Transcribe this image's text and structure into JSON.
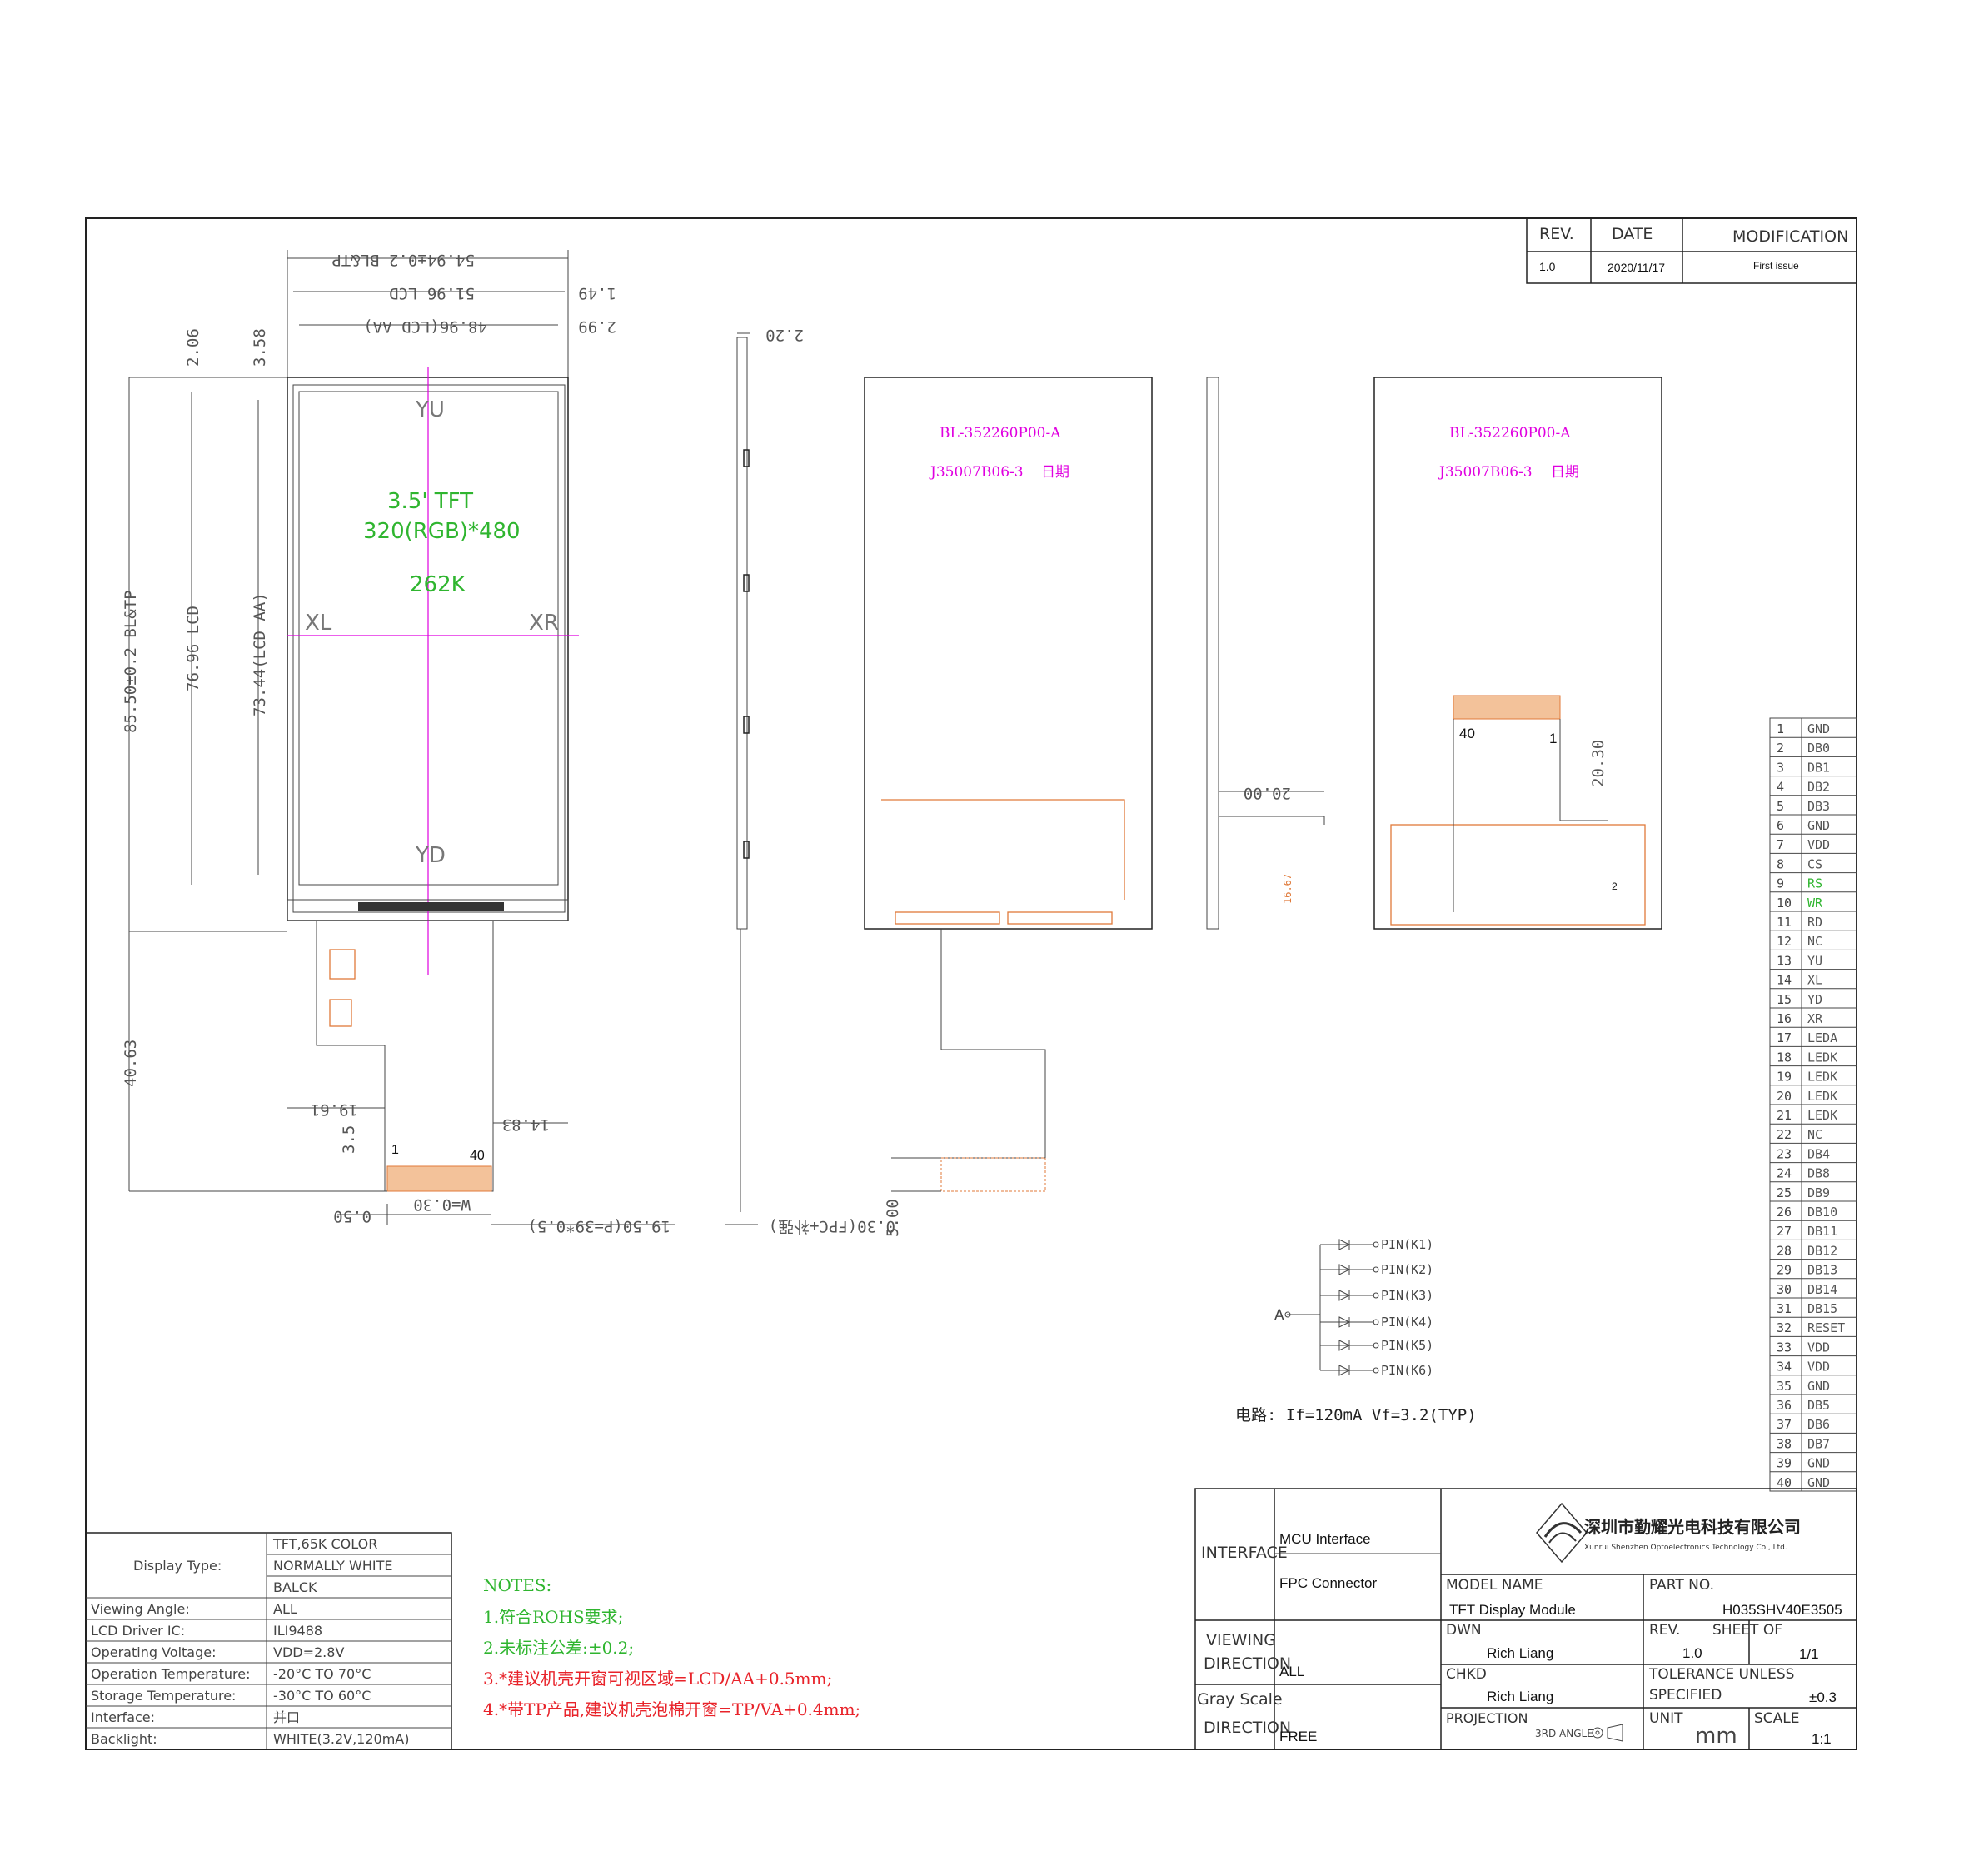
{
  "revision_block": {
    "headers": {
      "rev": "REV.",
      "date": "DATE",
      "modification": "MODIFICATION"
    },
    "row": {
      "rev": "1.0",
      "date": "2020/11/17",
      "modification": "First issue"
    }
  },
  "front_view": {
    "dims": {
      "overall_width": "54.94±0.2 BL&TP",
      "lcd_width": "51.96 LCD",
      "aa_width": "48.96(LCD AA)",
      "right_offset_1": "1.49",
      "right_offset_2": "2.99",
      "top_offset_1": "2.06",
      "top_offset_2": "3.58",
      "overall_height": "85.50±0.2 BL&TP",
      "lcd_height": "76.96 LCD",
      "aa_height": "73.44(LCD AA)",
      "fpc_length": "40.63",
      "fpc_left": "19.61",
      "fpc_right": "14.83",
      "finger_length": "3.5",
      "pitch_offset": "0.50",
      "pin_width": "W=0.30",
      "pitch_total": "19.50(P=39*0.5)"
    },
    "labels": {
      "top": "YU",
      "bottom": "YD",
      "left": "XL",
      "right": "XR"
    },
    "panel_text": {
      "line1": "3.5' TFT",
      "line2": "320(RGB)*480",
      "line3": "262K"
    },
    "fpc_pins": {
      "first": "1",
      "last": "40"
    }
  },
  "side_view": {
    "thickness": "2.20",
    "fpc_thickness": "0.30(FPC+补强)"
  },
  "back_view": {
    "label1": "BL-352260P00-A",
    "label2": "J35007B06-3",
    "label3": "日期",
    "tail_dim": "5.00"
  },
  "side_view_2": {
    "dim": "20.00",
    "dim2": "16.67"
  },
  "back_view_2": {
    "label1": "BL-352260P00-A",
    "label2": "J35007B06-3",
    "label3": "日期",
    "pin_first": "40",
    "pin_last": "1",
    "dim": "20.30",
    "mark": "2"
  },
  "pinout": {
    "pins": [
      {
        "no": "1",
        "name": "GND",
        "color": "#555555"
      },
      {
        "no": "2",
        "name": "DB0",
        "color": "#555555"
      },
      {
        "no": "3",
        "name": "DB1",
        "color": "#555555"
      },
      {
        "no": "4",
        "name": "DB2",
        "color": "#555555"
      },
      {
        "no": "5",
        "name": "DB3",
        "color": "#555555"
      },
      {
        "no": "6",
        "name": "GND",
        "color": "#555555"
      },
      {
        "no": "7",
        "name": "VDD",
        "color": "#555555"
      },
      {
        "no": "8",
        "name": "CS",
        "color": "#555555"
      },
      {
        "no": "9",
        "name": "RS",
        "color": "#2fb52f"
      },
      {
        "no": "10",
        "name": "WR",
        "color": "#2fb52f"
      },
      {
        "no": "11",
        "name": "RD",
        "color": "#555555"
      },
      {
        "no": "12",
        "name": "NC",
        "color": "#555555"
      },
      {
        "no": "13",
        "name": "YU",
        "color": "#555555"
      },
      {
        "no": "14",
        "name": "XL",
        "color": "#555555"
      },
      {
        "no": "15",
        "name": "YD",
        "color": "#555555"
      },
      {
        "no": "16",
        "name": "XR",
        "color": "#555555"
      },
      {
        "no": "17",
        "name": "LEDA",
        "color": "#555555"
      },
      {
        "no": "18",
        "name": "LEDK",
        "color": "#555555"
      },
      {
        "no": "19",
        "name": "LEDK",
        "color": "#555555"
      },
      {
        "no": "20",
        "name": "LEDK",
        "color": "#555555"
      },
      {
        "no": "21",
        "name": "LEDK",
        "color": "#555555"
      },
      {
        "no": "22",
        "name": "NC",
        "color": "#555555"
      },
      {
        "no": "23",
        "name": "DB4",
        "color": "#555555"
      },
      {
        "no": "24",
        "name": "DB8",
        "color": "#555555"
      },
      {
        "no": "25",
        "name": "DB9",
        "color": "#555555"
      },
      {
        "no": "26",
        "name": "DB10",
        "color": "#555555"
      },
      {
        "no": "27",
        "name": "DB11",
        "color": "#555555"
      },
      {
        "no": "28",
        "name": "DB12",
        "color": "#555555"
      },
      {
        "no": "29",
        "name": "DB13",
        "color": "#555555"
      },
      {
        "no": "30",
        "name": "DB14",
        "color": "#555555"
      },
      {
        "no": "31",
        "name": "DB15",
        "color": "#555555"
      },
      {
        "no": "32",
        "name": "RESET",
        "color": "#555555"
      },
      {
        "no": "33",
        "name": "VDD",
        "color": "#555555"
      },
      {
        "no": "34",
        "name": "VDD",
        "color": "#555555"
      },
      {
        "no": "35",
        "name": "GND",
        "color": "#555555"
      },
      {
        "no": "36",
        "name": "DB5",
        "color": "#555555"
      },
      {
        "no": "37",
        "name": "DB6",
        "color": "#555555"
      },
      {
        "no": "38",
        "name": "DB7",
        "color": "#555555"
      },
      {
        "no": "39",
        "name": "GND",
        "color": "#555555"
      },
      {
        "no": "40",
        "name": "GND",
        "color": "#555555"
      }
    ]
  },
  "led_circuit": {
    "anode": "A",
    "cathodes": [
      "PIN(K1)",
      "PIN(K2)",
      "PIN(K3)",
      "PIN(K4)",
      "PIN(K5)",
      "PIN(K6)"
    ],
    "caption": "电路: If=120mA Vf=3.2(TYP)"
  },
  "spec_table": {
    "display_type_label": "Display Type:",
    "display_type_values": [
      "TFT,65K COLOR",
      "NORMALLY WHITE",
      "BALCK"
    ],
    "rows": [
      {
        "label": "Viewing Angle:",
        "value": "ALL"
      },
      {
        "label": "LCD Driver IC:",
        "value": "ILI9488"
      },
      {
        "label": "Operating Voltage:",
        "value": "VDD=2.8V"
      },
      {
        "label": "Operation Temperature:",
        "value": "-20°C TO 70°C"
      },
      {
        "label": "Storage Temperature:",
        "value": "-30°C TO 60°C"
      },
      {
        "label": "Interface:",
        "value": "并口"
      },
      {
        "label": "Backlight:",
        "value": "WHITE(3.2V,120mA)"
      }
    ]
  },
  "notes": {
    "title": "NOTES:",
    "items": [
      "1.符合ROHS要求;",
      "2.未标注公差:±0.2;",
      "3.*建议机壳开窗可视区域=LCD/AA+0.5mm;",
      "4.*带TP产品,建议机壳泡棉开窗=TP/VA+0.4mm;"
    ],
    "colors": {
      "title": "#2fb52f",
      "item1": "#2fb52f",
      "item2": "#2fb52f",
      "item3": "#e8232a",
      "item4": "#e8232a"
    }
  },
  "title_block": {
    "interface_label": "INTERFACE",
    "interface_values": [
      "MCU Interface",
      "FPC Connector"
    ],
    "viewing_label": [
      "VIEWING",
      "DIRECTION"
    ],
    "viewing_value": "ALL",
    "gray_label": [
      "Gray Scale",
      "DIRECTION"
    ],
    "gray_value": "FREE",
    "company_cn": "深圳市勤耀光电科技有限公司",
    "company_en": "Xunrui Shenzhen Optoelectronics Technology Co., Ltd.",
    "model_name_label": "MODEL NAME",
    "model_name": "TFT Display Module",
    "part_no_label": "PART NO.",
    "part_no": "H035SHV40E3505",
    "dwn_label": "DWN",
    "dwn": "Rich Liang",
    "rev_label": "REV.",
    "rev": "1.0",
    "sheet_label": "SHEET OF",
    "sheet": "1/1",
    "chkd_label": "CHKD",
    "chkd": "Rich Liang",
    "tolerance_label": [
      "TOLERANCE UNLESS",
      "SPECIFIED"
    ],
    "tolerance": "±0.3",
    "projection_label": "PROJECTION",
    "projection": "3RD ANGLE",
    "unit_label": "UNIT",
    "unit": "mm",
    "scale_label": "SCALE",
    "scale": "1:1"
  }
}
